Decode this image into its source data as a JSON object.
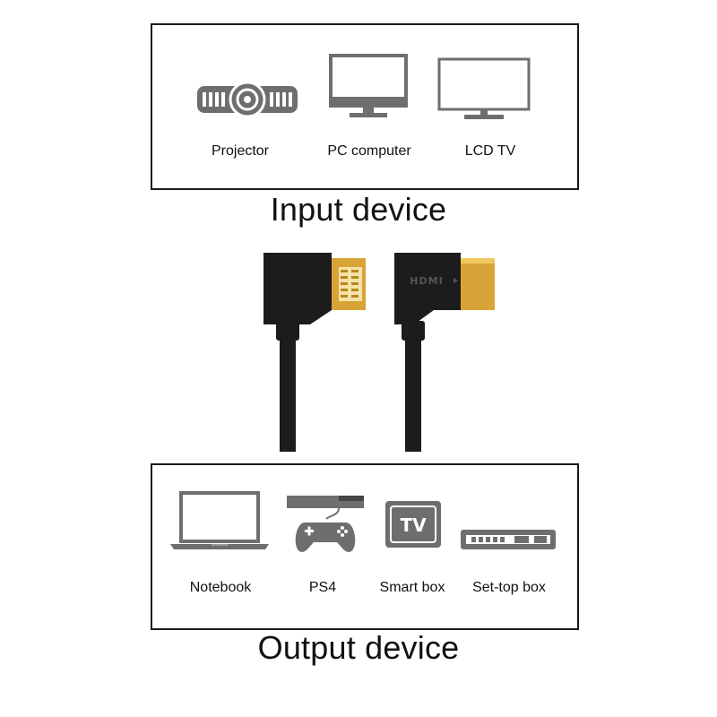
{
  "input": {
    "title": "Input device",
    "devices": [
      {
        "label": "Projector",
        "icon": "projector-icon"
      },
      {
        "label": "PC computer",
        "icon": "monitor-icon"
      },
      {
        "label": "LCD TV",
        "icon": "tv-icon"
      }
    ]
  },
  "output": {
    "title": "Output device",
    "devices": [
      {
        "label": "Notebook",
        "icon": "laptop-icon"
      },
      {
        "label": "PS4",
        "icon": "game-console-icon"
      },
      {
        "label": "Smart box",
        "icon": "smart-tv-box-icon"
      },
      {
        "label": "Set-top box",
        "icon": "set-top-box-icon"
      }
    ]
  },
  "cable": {
    "connector_logo": "HDMI",
    "colors": {
      "housing": "#1c1c1c",
      "gold": "#d9a437",
      "icon_gray": "#6e6e6e"
    }
  }
}
